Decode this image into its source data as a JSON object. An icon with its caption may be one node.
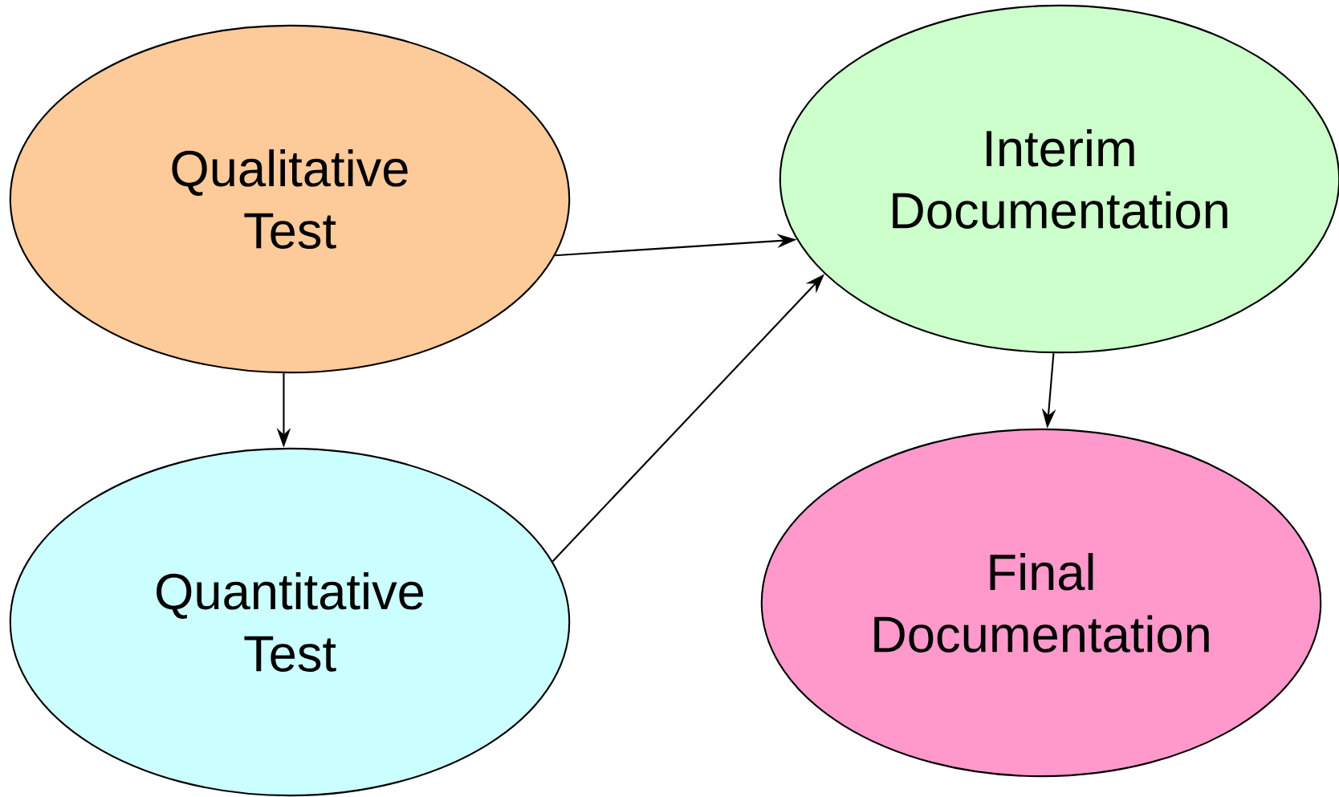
{
  "diagram": {
    "nodes": [
      {
        "text": [
          "Qualitative Test"
        ]
      },
      {
        "text": [
          "Quantitative Test"
        ]
      },
      {
        "text": [
          "Interim Documentation"
        ]
      },
      {
        "text": [
          "Final Documentation"
        ]
      }
    ],
    "edges": [
      {
        "from": 0,
        "to": 2,
        "arrow": "to"
      },
      {
        "from": 0,
        "to": 1,
        "arrow": "to"
      },
      {
        "from": 1,
        "to": 2,
        "arrow": "to"
      },
      {
        "from": 2,
        "to": 3,
        "arrow": "to"
      }
    ]
  }
}
